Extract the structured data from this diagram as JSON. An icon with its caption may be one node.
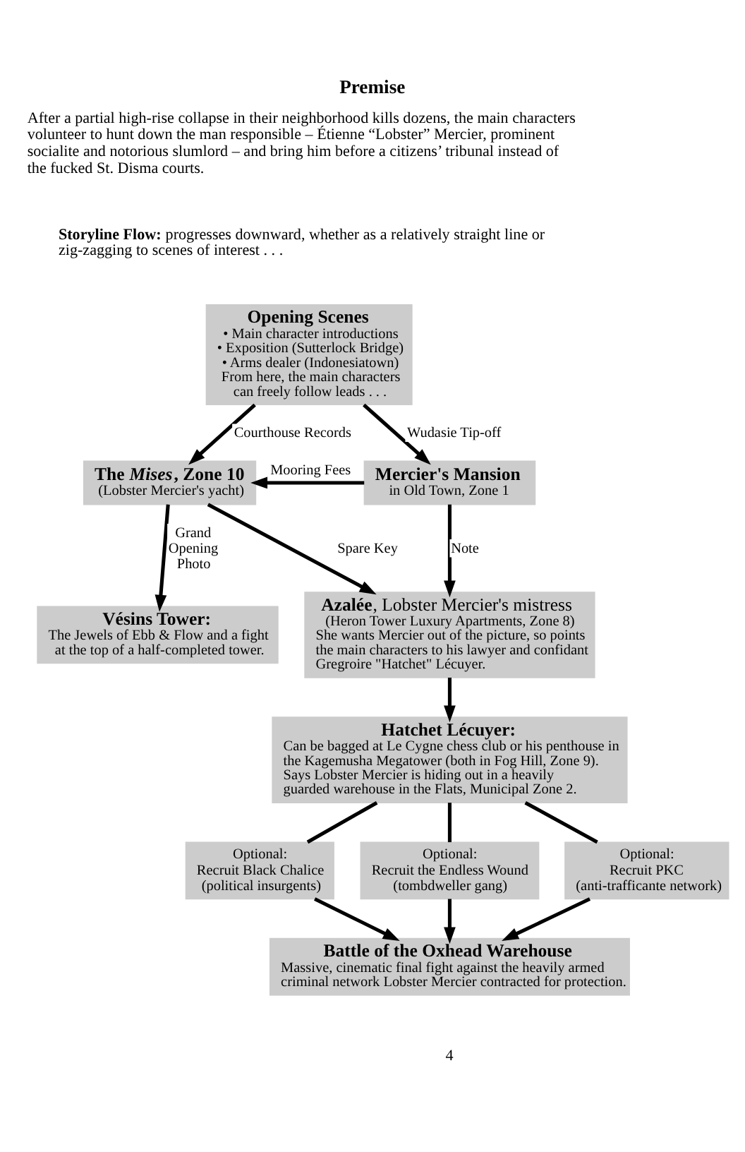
{
  "diagram": {
    "title": "Premise",
    "nodes": [
      {
        "text": [
          "Opening Scenes",
          "• Main character introductions",
          "• Exposition (Sutterlock Bridge)",
          "• Arms dealer (Indonesiatown)",
          "From here, the main characters can freely follow leads . . ."
        ]
      },
      {
        "text": [
          "The *Mises*, Zone 10",
          "(Lobster Mercier's yacht)"
        ]
      },
      {
        "text": [
          "Mercier's Mansion",
          "in Old Town, Zone 1"
        ]
      },
      {
        "text": [
          "**Azalée**, Lobster Mercier's mistress",
          "(Heron Tower Luxury Apartments, Zone 8)",
          "She wants Mercier out of the picture, so points the main characters to his lawyer and confidant Gregroire \"Hatchet\" Lécuyer."
        ]
      },
      {
        "text": [
          "Vésins Tower:",
          "The Jewels of Ebb & Flow and a fight at the top of a half-completed tower."
        ]
      },
      {
        "text": [
          "Hatchet Lécuyer:",
          "Can be bagged at Le Cygne chess club or his penthouse in the Kagemusha Megatower (both in Fog Hill, Zone 9).",
          "Says Lobster Mercier is hiding out in a heavily guarded warehouse in the Flats, Municipal Zone 2."
        ]
      },
      {
        "text": [
          "Optional:",
          "Recruit Black Chalice",
          "(political insurgents)"
        ]
      },
      {
        "text": [
          "Optional:",
          "Recruit the Endless Wound",
          "(tombdweller gang)"
        ]
      },
      {
        "text": [
          "Optional:",
          "Recruit PKC",
          "(anti-trafficante network)"
        ]
      },
      {
        "text": [
          "Battle of the Oxhead Warehouse",
          "Massive, cinematic final fight against the heavily armed criminal network Lobster Mercier contracted for protection."
        ]
      }
    ],
    "edges": [
      {
        "from": 0,
        "to": 1,
        "arrow": "to",
        "label": "Courthouse Records"
      },
      {
        "from": 0,
        "to": 2,
        "arrow": "to",
        "label": "Wudasie Tip-off"
      },
      {
        "from": 2,
        "to": 1,
        "arrow": "to",
        "label": "Mooring Fees"
      },
      {
        "from": 1,
        "to": 3,
        "arrow": "to",
        "label": "Spare Key"
      },
      {
        "from": 2,
        "to": 3,
        "arrow": "to",
        "label": "Note"
      },
      {
        "from": 1,
        "to": 4,
        "arrow": "to",
        "label": "Grand Opening Photo"
      },
      {
        "from": 3,
        "to": 5,
        "arrow": "to"
      },
      {
        "from": 5,
        "to": 6,
        "arrow": "none"
      },
      {
        "from": 5,
        "to": 7,
        "arrow": "none"
      },
      {
        "from": 5,
        "to": 8,
        "arrow": "none"
      },
      {
        "from": 6,
        "to": 9,
        "arrow": "to"
      },
      {
        "from": 7,
        "to": 9,
        "arrow": "to"
      },
      {
        "from": 8,
        "to": 9,
        "arrow": "to"
      }
    ],
    "labels": [
      "After a partial high-rise collapse in their neighborhood kills dozens, the main characters volunteer to hunt down the man responsible – Étienne “Lobster” Mercier, prominent socialite and notorious slumlord – and bring him before a citizens’ tribunal instead of the fucked St. Disma courts.",
      "**Storyline Flow:** progresses downward, whether as a relatively straight line or zig-zagging to scenes of interest . . .",
      "4"
    ]
  }
}
